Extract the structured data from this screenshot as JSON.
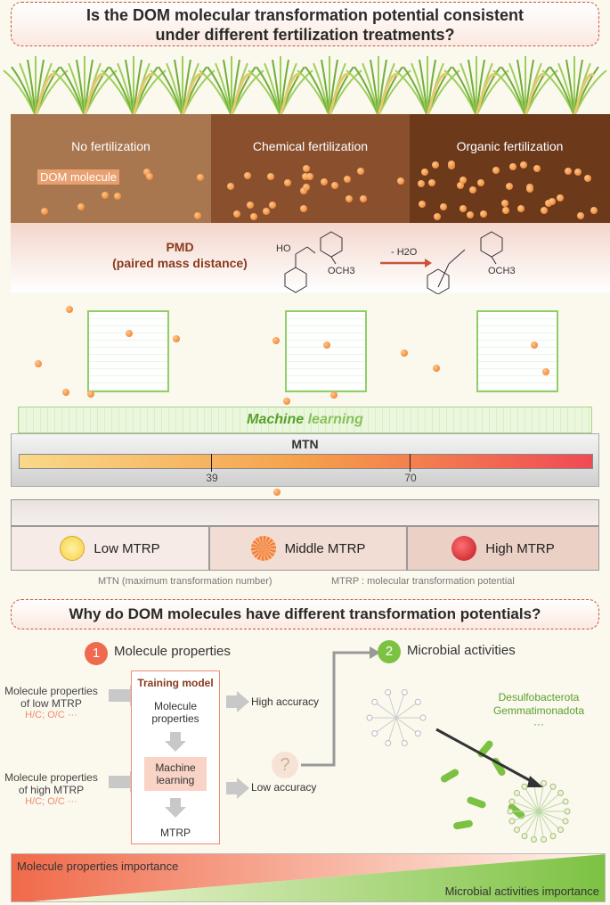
{
  "title1": {
    "line1": "Is the DOM molecular transformation potential consistent",
    "line2": "under different fertilization treatments?"
  },
  "soil": [
    {
      "label": "No fertilization",
      "color": "#a8764f"
    },
    {
      "label": "Chemical fertilization",
      "color": "#8a502e"
    },
    {
      "label": "Organic fertilization",
      "color": "#6c391b"
    }
  ],
  "dom_label": "DOM molecule",
  "pmd": {
    "line1": "PMD",
    "line2": "(paired mass distance)",
    "reactant_ho": "HO",
    "reactant_och3": "OCH3",
    "arrow_label": "- H2O",
    "product_och3": "OCH3"
  },
  "ml_label": {
    "part1": "Machine",
    "part2": " learning"
  },
  "mtn": {
    "label": "MTN",
    "ticks": [
      "39",
      "70"
    ],
    "gradient": [
      "#f9d98a",
      "#f5a04a",
      "#f04a55"
    ]
  },
  "mtrp": [
    {
      "label": "Low MTRP",
      "color": "#f5d04a"
    },
    {
      "label": "Middle MTRP",
      "color": "#ef7a3a"
    },
    {
      "label": "High MTRP",
      "color": "#d5202a"
    }
  ],
  "footnote": {
    "mtn": "MTN (maximum transformation number)",
    "mtrp": "MTRP : molecular transformation potential"
  },
  "title2": "Why do DOM molecules have different transformation potentials?",
  "section1": {
    "num": "1",
    "title": "Molecule properties",
    "color": "#ef6b4f",
    "inputs": [
      {
        "line1": "Molecule properties",
        "line2": "of low MTRP",
        "sub": "H/C; O/C ···"
      },
      {
        "line1": "Molecule properties",
        "line2": "of high MTRP",
        "sub": "H/C; O/C ···"
      }
    ],
    "model": {
      "title": "Training model",
      "step1": "Molecule properties",
      "step2": "Machine learning",
      "step3": "MTRP"
    },
    "outputs": [
      "High accuracy",
      "Low accuracy"
    ],
    "question": "?"
  },
  "section2": {
    "num": "2",
    "title": "Microbial activities",
    "color": "#7cc242",
    "taxa": [
      "Desulfobacterota",
      "Gemmatimonadota",
      "···"
    ]
  },
  "bottom": {
    "left": "Molecule properties importance",
    "right": "Microbial activities importance"
  }
}
